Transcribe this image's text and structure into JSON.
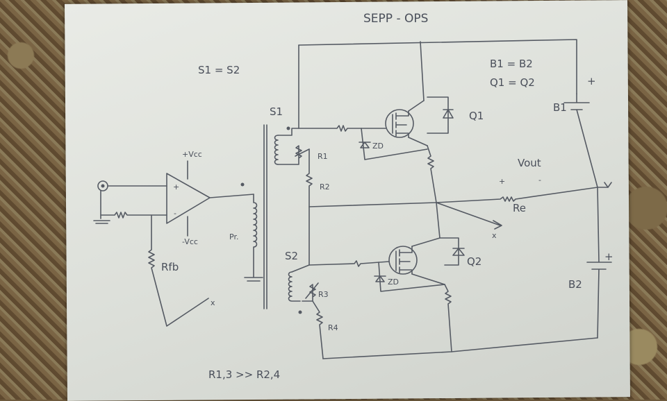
{
  "title": "SEPP - OPS",
  "labels": {
    "s_eq": "S1 = S2",
    "b_eq": "B1 = B2",
    "q_eq": "Q1 = Q2",
    "r_rel": "R1,3 >> R2,4",
    "vcc_pos": "+Vcc",
    "vcc_neg": "-Vcc",
    "rfb": "Rfb",
    "pr": "Pr.",
    "s1": "S1",
    "s2": "S2",
    "r1": "R1",
    "r2": "R2",
    "r3": "R3",
    "r4": "R4",
    "q1": "Q1",
    "q2": "Q2",
    "b1": "B1",
    "b2": "B2",
    "vout": "Vout",
    "re": "Re",
    "zd1": "ZD",
    "zd2": "ZD",
    "plus_b1": "+",
    "plus_b2": "+",
    "plus_vout": "+",
    "minus_vout": "-",
    "opamp_plus": "+",
    "opamp_minus": "-",
    "x1": "x",
    "x2": "x"
  }
}
